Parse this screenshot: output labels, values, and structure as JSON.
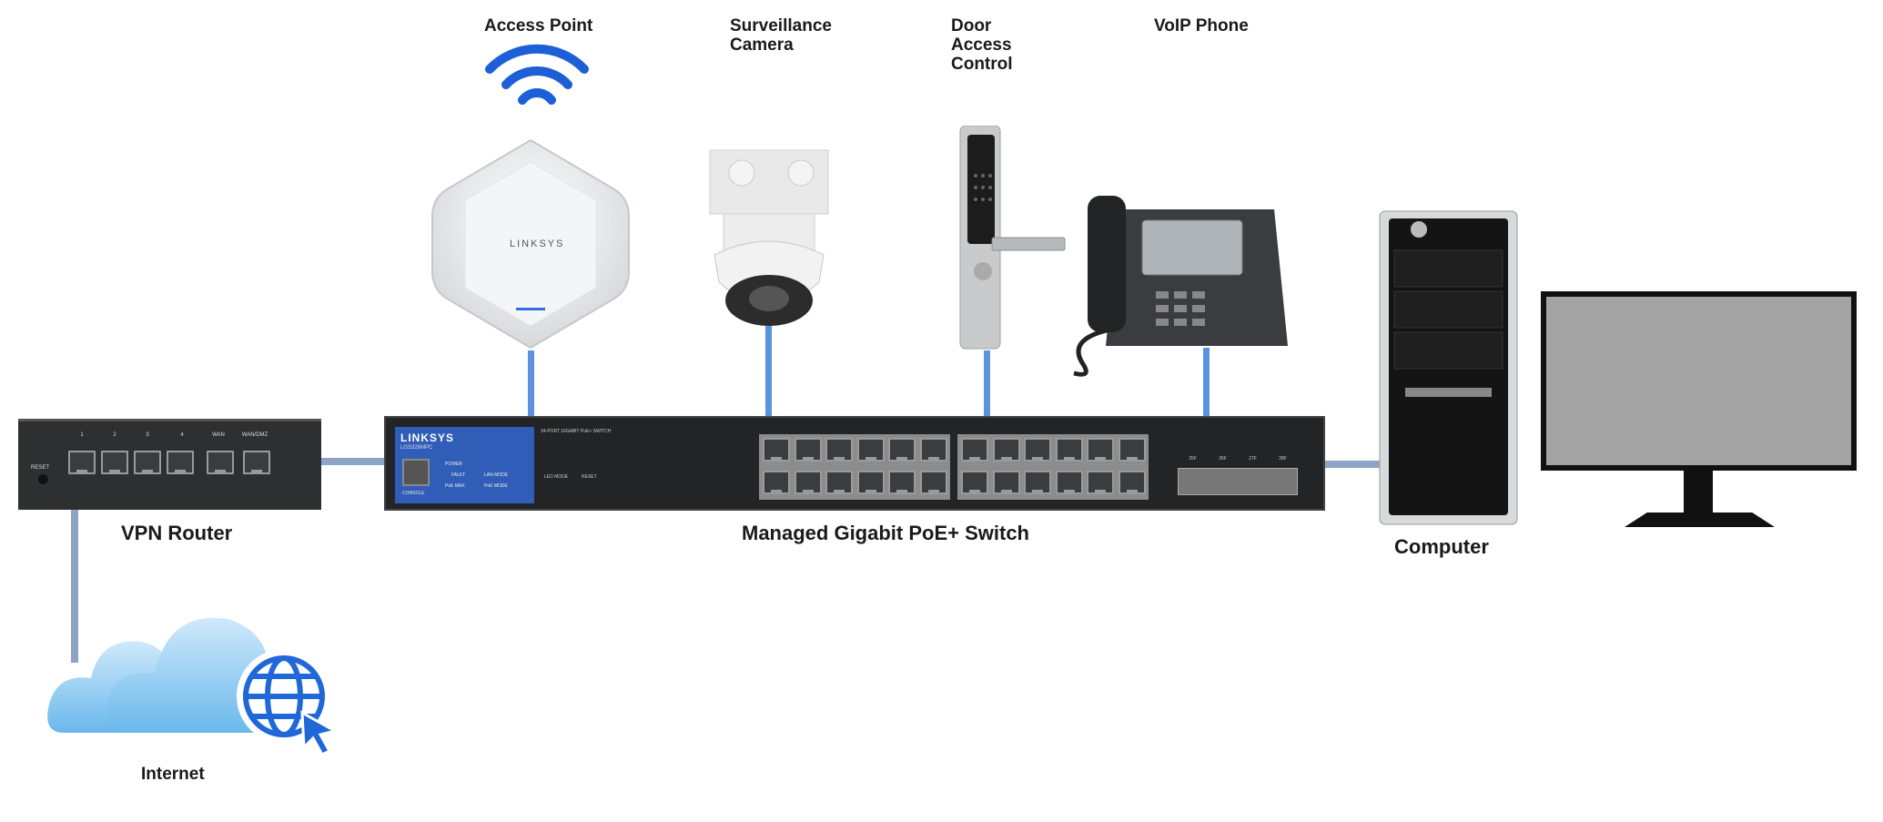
{
  "labels": {
    "access_point": "Access Point",
    "camera": "Surveillance Camera",
    "door": "Door Access Control",
    "voip": "VoIP Phone",
    "router": "VPN Router",
    "switch": "Managed Gigabit PoE+ Switch",
    "computer": "Computer",
    "internet": "Internet"
  },
  "devices": {
    "ap_brand": "LINKSYS",
    "switch_brand": "LINKSYS",
    "switch_model": "LGS328MPC",
    "switch_title": "24-PORT GIGABIT PoE+ SWITCH",
    "switch_leds": [
      "POWER",
      "FAULT",
      "PoE MAX",
      "LAN MODE",
      "PoE MODE"
    ],
    "switch_buttons": [
      "LED MODE",
      "RESET"
    ],
    "switch_console": "CONSOLE",
    "sfp_ports": [
      "25F",
      "26F",
      "27F",
      "28F"
    ],
    "router_ports": [
      "1",
      "2",
      "3",
      "4",
      "WAN",
      "WAN/DMZ"
    ],
    "router_reset": "RESET"
  },
  "colors": {
    "link": "#5b93e0",
    "uplink": "#8ea4c4",
    "switch_panel": "#2f5db8"
  }
}
